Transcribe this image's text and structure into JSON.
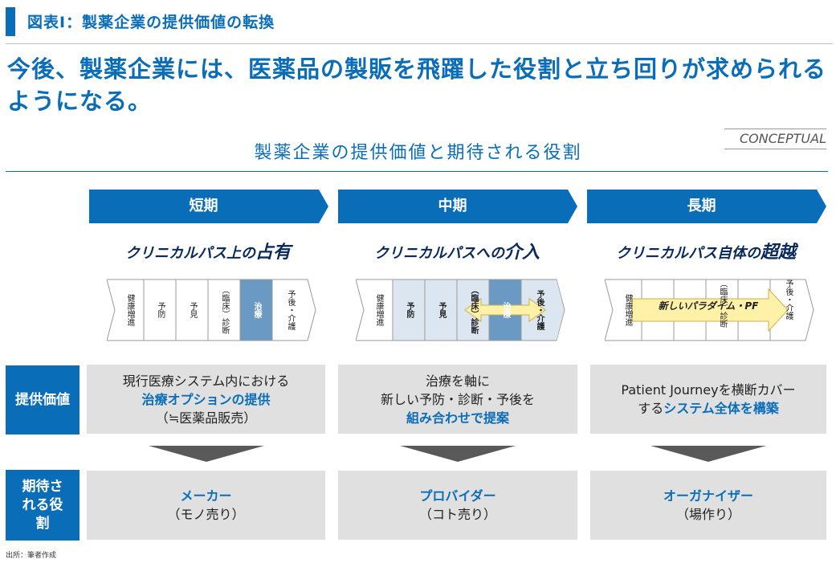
{
  "header": {
    "title": "図表Ⅰ：製薬企業の提供価値の転換"
  },
  "headline": "今後、製薬企業には、医薬品の製販を飛躍した役割と立ち回りが求められるようになる。",
  "section": {
    "title": "製薬企業の提供価値と期待される役割",
    "badge": "CONCEPTUAL"
  },
  "colors": {
    "accent": "#0a6db7",
    "cell_dark": "#6a9ac4",
    "cell_light": "#dbe6f1",
    "box_bg": "#e0e0e0",
    "paradigm_fill": "#fff2a8"
  },
  "phases": [
    {
      "label": "短期",
      "role_pre": "クリニカルパス上の",
      "role_em": "占有"
    },
    {
      "label": "中期",
      "role_pre": "クリニカルパスへの",
      "role_em": "介入"
    },
    {
      "label": "長期",
      "role_pre": "クリニカルパス自体の",
      "role_em": "超越"
    }
  ],
  "journey": {
    "cells": [
      "健康増進",
      "予防",
      "予見",
      "（臨床）診断",
      "治療",
      "予後・介護"
    ],
    "paradigm": "新しいパラダイム・PF"
  },
  "rows": {
    "value_label": "提供価値",
    "role_label": "期待される役割"
  },
  "values": [
    {
      "l1": "現行医療システム内における",
      "l2": "治療オプションの提供",
      "l3": "（≒医薬品販売）"
    },
    {
      "l1": "治療を軸に",
      "l2": "新しい予防・診断・予後を",
      "l3": "組み合わせで提案"
    },
    {
      "l1": "Patient Journeyを横断カバー",
      "l2a": "する",
      "l2b": "システム全体を構築"
    }
  ],
  "roles": [
    {
      "name": "メーカー",
      "sub": "（モノ売り）"
    },
    {
      "name": "プロバイダー",
      "sub": "（コト売り）"
    },
    {
      "name": "オーガナイザー",
      "sub": "（場作り）"
    }
  ],
  "footnote": "出所：筆者作成"
}
